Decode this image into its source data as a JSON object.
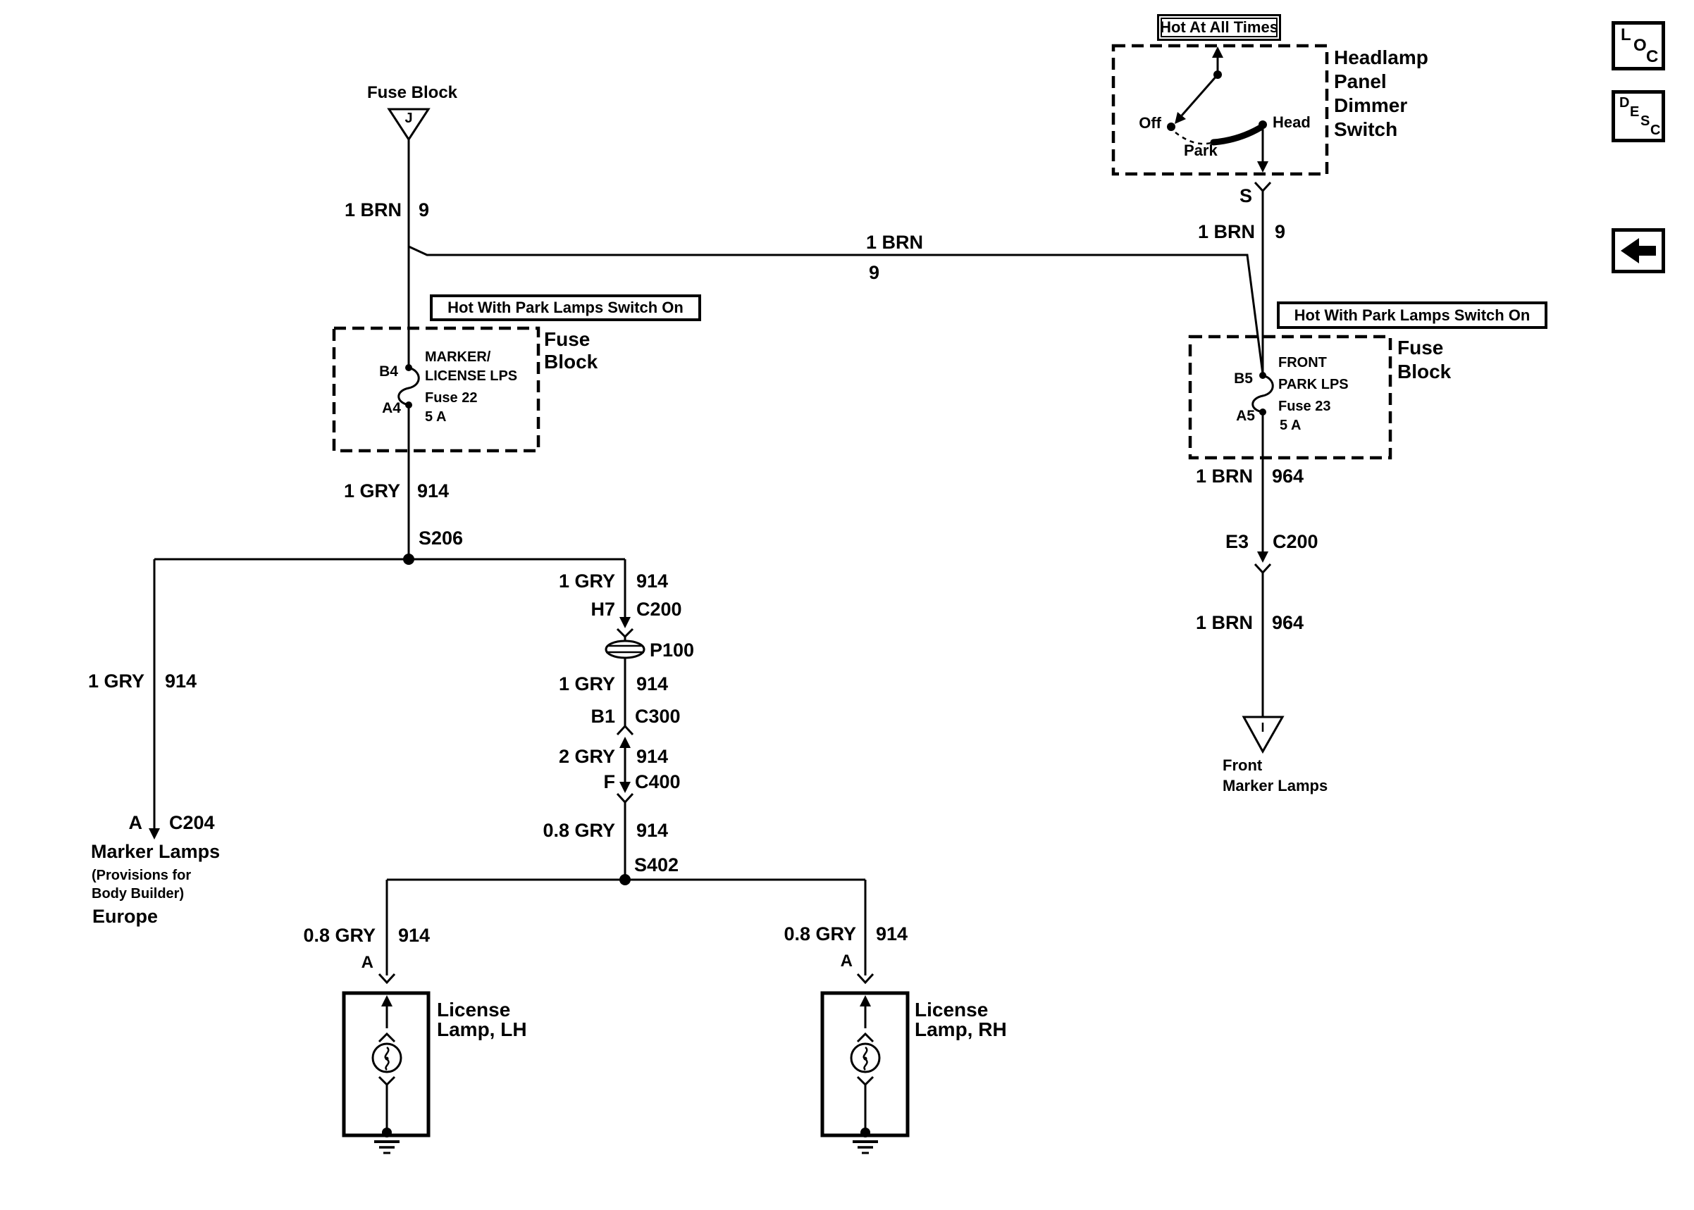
{
  "nav": {
    "loc_letters": [
      "L",
      "O",
      "C"
    ],
    "desc_letters": [
      "D",
      "E",
      "S",
      "C"
    ],
    "back_icon": "left-arrow"
  },
  "banners": {
    "hot_at_all_times": "Hot At All Times",
    "hot_with_park_lamps_left": "Hot With Park Lamps Switch On",
    "hot_with_park_lamps_right": "Hot With Park Lamps Switch On"
  },
  "fuse_block_top": {
    "name": "Fuse Block",
    "page_ref": "J"
  },
  "headlamp_switch": {
    "name_lines": [
      "Headlamp",
      "Panel",
      "Dimmer",
      "Switch"
    ],
    "off": "Off",
    "park": "Park",
    "head": "Head",
    "terminal": "S"
  },
  "fuse22": {
    "component_lines": [
      "Fuse",
      "Block"
    ],
    "terminal_top": "B4",
    "terminal_bottom": "A4",
    "detail_lines": [
      "MARKER/",
      "LICENSE LPS",
      "Fuse 22",
      "5 A"
    ]
  },
  "fuse23": {
    "component_lines": [
      "Fuse",
      "Block"
    ],
    "terminal_top": "B5",
    "terminal_bottom": "A5",
    "detail_lines": [
      "FRONT",
      "PARK LPS",
      "Fuse 23",
      "5 A"
    ]
  },
  "wires": {
    "j_feed": {
      "size_color": "1 BRN",
      "circuit": "9"
    },
    "bus": {
      "size_color": "1 BRN",
      "circuit": "9"
    },
    "switch_feed": {
      "size_color": "1 BRN",
      "circuit": "9"
    },
    "fuse22_out": {
      "size_color": "1 GRY",
      "circuit": "914"
    },
    "left_branch": {
      "size_color": "1 GRY",
      "circuit": "914"
    },
    "center_1": {
      "size_color": "1 GRY",
      "circuit": "914"
    },
    "center_2": {
      "size_color": "1 GRY",
      "circuit": "914"
    },
    "center_3": {
      "size_color": "2 GRY",
      "circuit": "914"
    },
    "center_4": {
      "size_color": "0.8 GRY",
      "circuit": "914"
    },
    "lh_branch": {
      "size_color": "0.8 GRY",
      "circuit": "914"
    },
    "rh_branch": {
      "size_color": "0.8 GRY",
      "circuit": "914"
    },
    "fuse23_out": {
      "size_color": "1 BRN",
      "circuit": "964"
    },
    "right_lower": {
      "size_color": "1 BRN",
      "circuit": "964"
    }
  },
  "splices": {
    "s206": "S206",
    "s402": "S402"
  },
  "pass_through": {
    "p100": "P100"
  },
  "connectors": {
    "c200_center": {
      "terminal": "H7",
      "name": "C200"
    },
    "c300": {
      "terminal": "B1",
      "name": "C300"
    },
    "c400": {
      "terminal": "F",
      "name": "C400"
    },
    "c200_right": {
      "terminal": "E3",
      "name": "C200"
    },
    "c204": {
      "terminal": "A",
      "name": "C204"
    }
  },
  "marker_lamps": {
    "lines": [
      "Marker Lamps",
      "(Provisions for",
      "Body Builder)",
      "Europe"
    ]
  },
  "front_marker": {
    "page_ref": "I",
    "lines": [
      "Front",
      "Marker Lamps"
    ]
  },
  "license_lamp_lh": {
    "terminal": "A",
    "name_lines": [
      "License",
      "Lamp, LH"
    ]
  },
  "license_lamp_rh": {
    "terminal": "A",
    "name_lines": [
      "License",
      "Lamp, RH"
    ]
  },
  "colors": {
    "ink": "#000000",
    "background": "#ffffff"
  }
}
